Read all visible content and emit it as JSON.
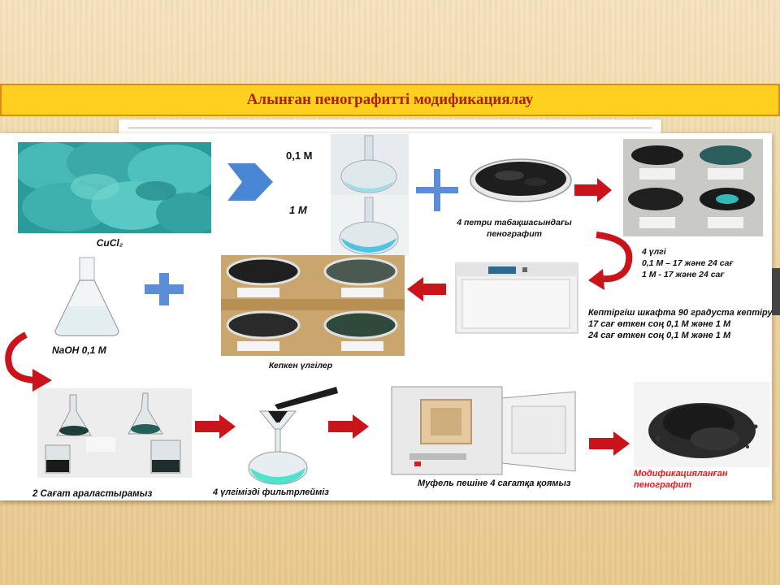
{
  "slide": {
    "title": "Алынған пенографитті модификациялау"
  },
  "diagram": {
    "labels": {
      "cucl2": "CuCl₂",
      "conc_01": "0,1 M",
      "conc_1": "1 M",
      "petri": "4 петри табақшасындағы пенографит",
      "samples4": "4 үлгі\n0,1 M – 17 және 24 сағ\n1 M - 17 және 24 сағ",
      "drying": "Кептіргіш шкафта 90 градуста кептіру\n 17 сағ өткен соң  0,1 M және  1 M\n24 сағ өткен соң 0,1 M  және 1 M",
      "dried": "Кепкен үлгілер",
      "naoh": "NaOH 0,1 M",
      "stir": "2  Сағат  араластырамыз",
      "filter": "4 үлгімізді фильтрлейміз",
      "muffle": "Муфель пешіне 4 сағатқа қоямыз",
      "result": "Модификацияланған пенографит"
    },
    "colors": {
      "title_bg": "#ffd01f",
      "title_border": "#e28a12",
      "title_text": "#b01e12",
      "arrow_red": "#c8141a",
      "arrow_blue": "#4a86d6",
      "plus_blue": "#5a8fd8",
      "result_text": "#e11b1b"
    },
    "icons": [
      "chevron-arrow-icon",
      "plus-icon",
      "right-arrow-icon",
      "left-arrow-icon",
      "curved-arrow-icon"
    ]
  }
}
